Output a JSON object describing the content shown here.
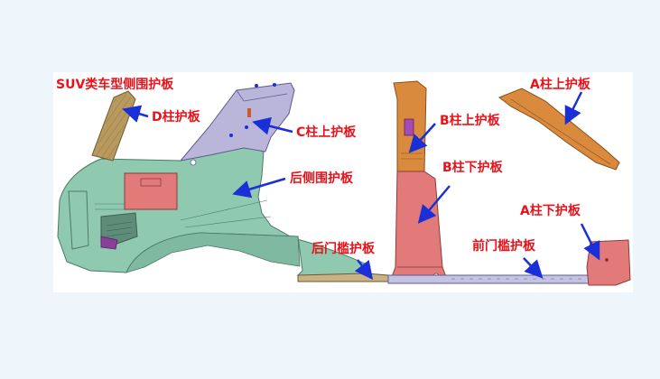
{
  "labels": {
    "title": "SUV类车型侧围护板",
    "d_pillar": "D柱护板",
    "c_pillar_upper": "C柱上护板",
    "rear_quarter": "后侧围护板",
    "rear_door_sill": "后门槛护板",
    "b_pillar_upper": "B柱上护板",
    "b_pillar_lower": "B柱下护板",
    "a_pillar_upper": "A柱上护板",
    "a_pillar_lower": "A柱下护板",
    "front_door_sill": "前门槛护板"
  },
  "colors": {
    "label_text": "#e8121a",
    "arrow": "#1a2fd8",
    "rear_quarter_panel": "#8fc9b0",
    "pillar_orange": "#d98a3c",
    "lower_pink": "#e27a7a",
    "c_pillar_lavender": "#b9b6da",
    "sill_lavender": "#c4c4e2",
    "d_pillar_tan": "#b99a5e"
  }
}
